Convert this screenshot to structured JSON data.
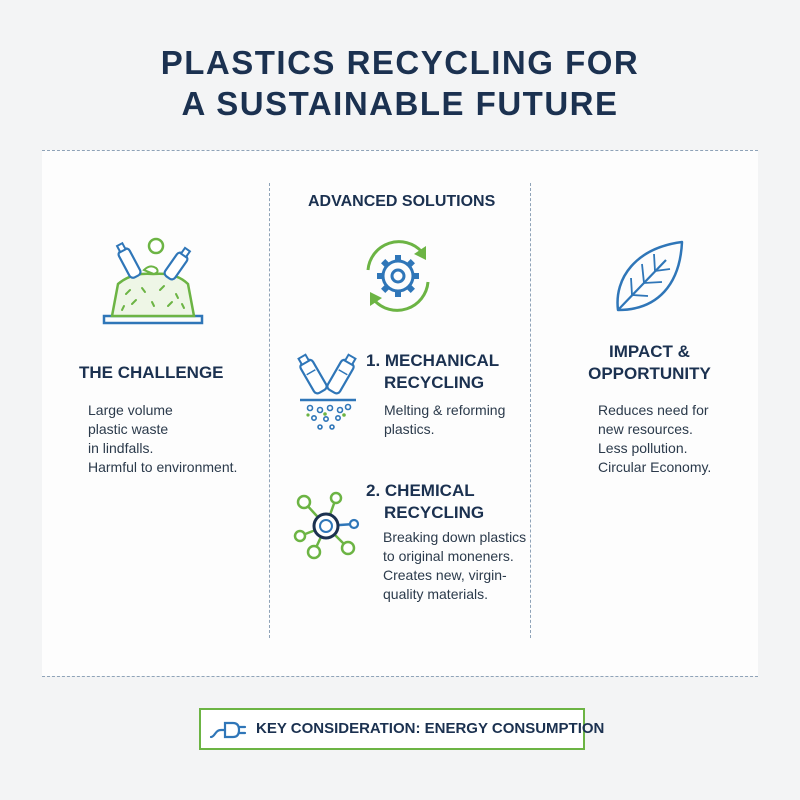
{
  "title": {
    "line1": "PLASTICS RECYCLING FOR",
    "line2": "A SUSTAINABLE FUTURE"
  },
  "challenge": {
    "heading": "THE CHALLENGE",
    "lines": [
      "Large volume",
      "plastic waste",
      "in lindfalls.",
      "Harmful to environment."
    ],
    "icon": "waste-pile-icon"
  },
  "solutions": {
    "heading": "ADVANCED SOLUTIONS",
    "icon": "recycle-gear-icon",
    "mechanical": {
      "heading_line1": "1. MECHANICAL",
      "heading_line2": "RECYCLING",
      "lines": [
        "Melting & reforming",
        "plastics."
      ],
      "icon": "bottles-melting-icon"
    },
    "chemical": {
      "heading_line1": "2. CHEMICAL",
      "heading_line2": "RECYCLING",
      "lines": [
        "Breaking down plastics",
        "to original moneners.",
        "Creates new, virgin-",
        "quality materials."
      ],
      "icon": "molecule-icon"
    }
  },
  "impact": {
    "heading_line1": "IMPACT &",
    "heading_line2": "OPPORTUNITY",
    "lines": [
      "Reduces need for",
      "new resources.",
      "Less pollution.",
      "Circular Economy."
    ],
    "icon": "leaf-icon"
  },
  "key_consideration": {
    "label": "KEY CONSIDERATION: ENERGY CONSUMPTION",
    "icon": "power-plug-icon"
  },
  "colors": {
    "navy": "#1b3150",
    "blue": "#2f76b8",
    "green": "#6cb444"
  }
}
